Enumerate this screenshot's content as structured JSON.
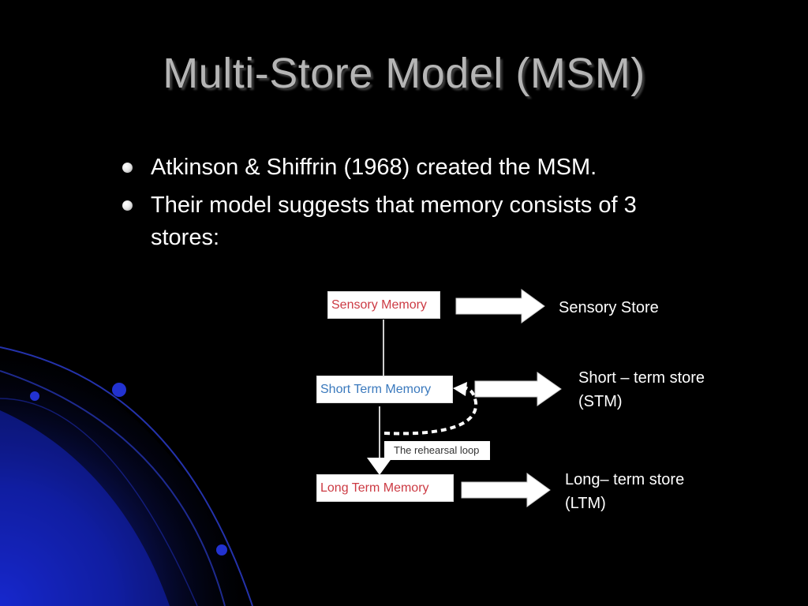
{
  "slide": {
    "title": "Multi-Store Model (MSM)",
    "bullets": [
      "Atkinson & Shiffrin (1968) created the MSM.",
      "Their model suggests that memory consists of 3 stores:"
    ]
  },
  "diagram": {
    "boxes": {
      "sensory": "Sensory Memory",
      "stm": "Short Term Memory",
      "ltm": "Long Term Memory"
    },
    "rehearsal_label": "The rehearsal loop",
    "stores": {
      "sensory": {
        "line1": "Sensory Store",
        "line2": ""
      },
      "stm": {
        "line1": "Short – term store",
        "line2": "(STM)"
      },
      "ltm": {
        "line1": "Long– term store",
        "line2": "(LTM)"
      }
    }
  },
  "colors": {
    "background": "#000000",
    "title": "#b5b5b5",
    "sensory_text": "#cc3a43",
    "stm_text": "#3a79bd",
    "ltm_text": "#cc3a43",
    "decor_blue": "#1a2fb5"
  }
}
